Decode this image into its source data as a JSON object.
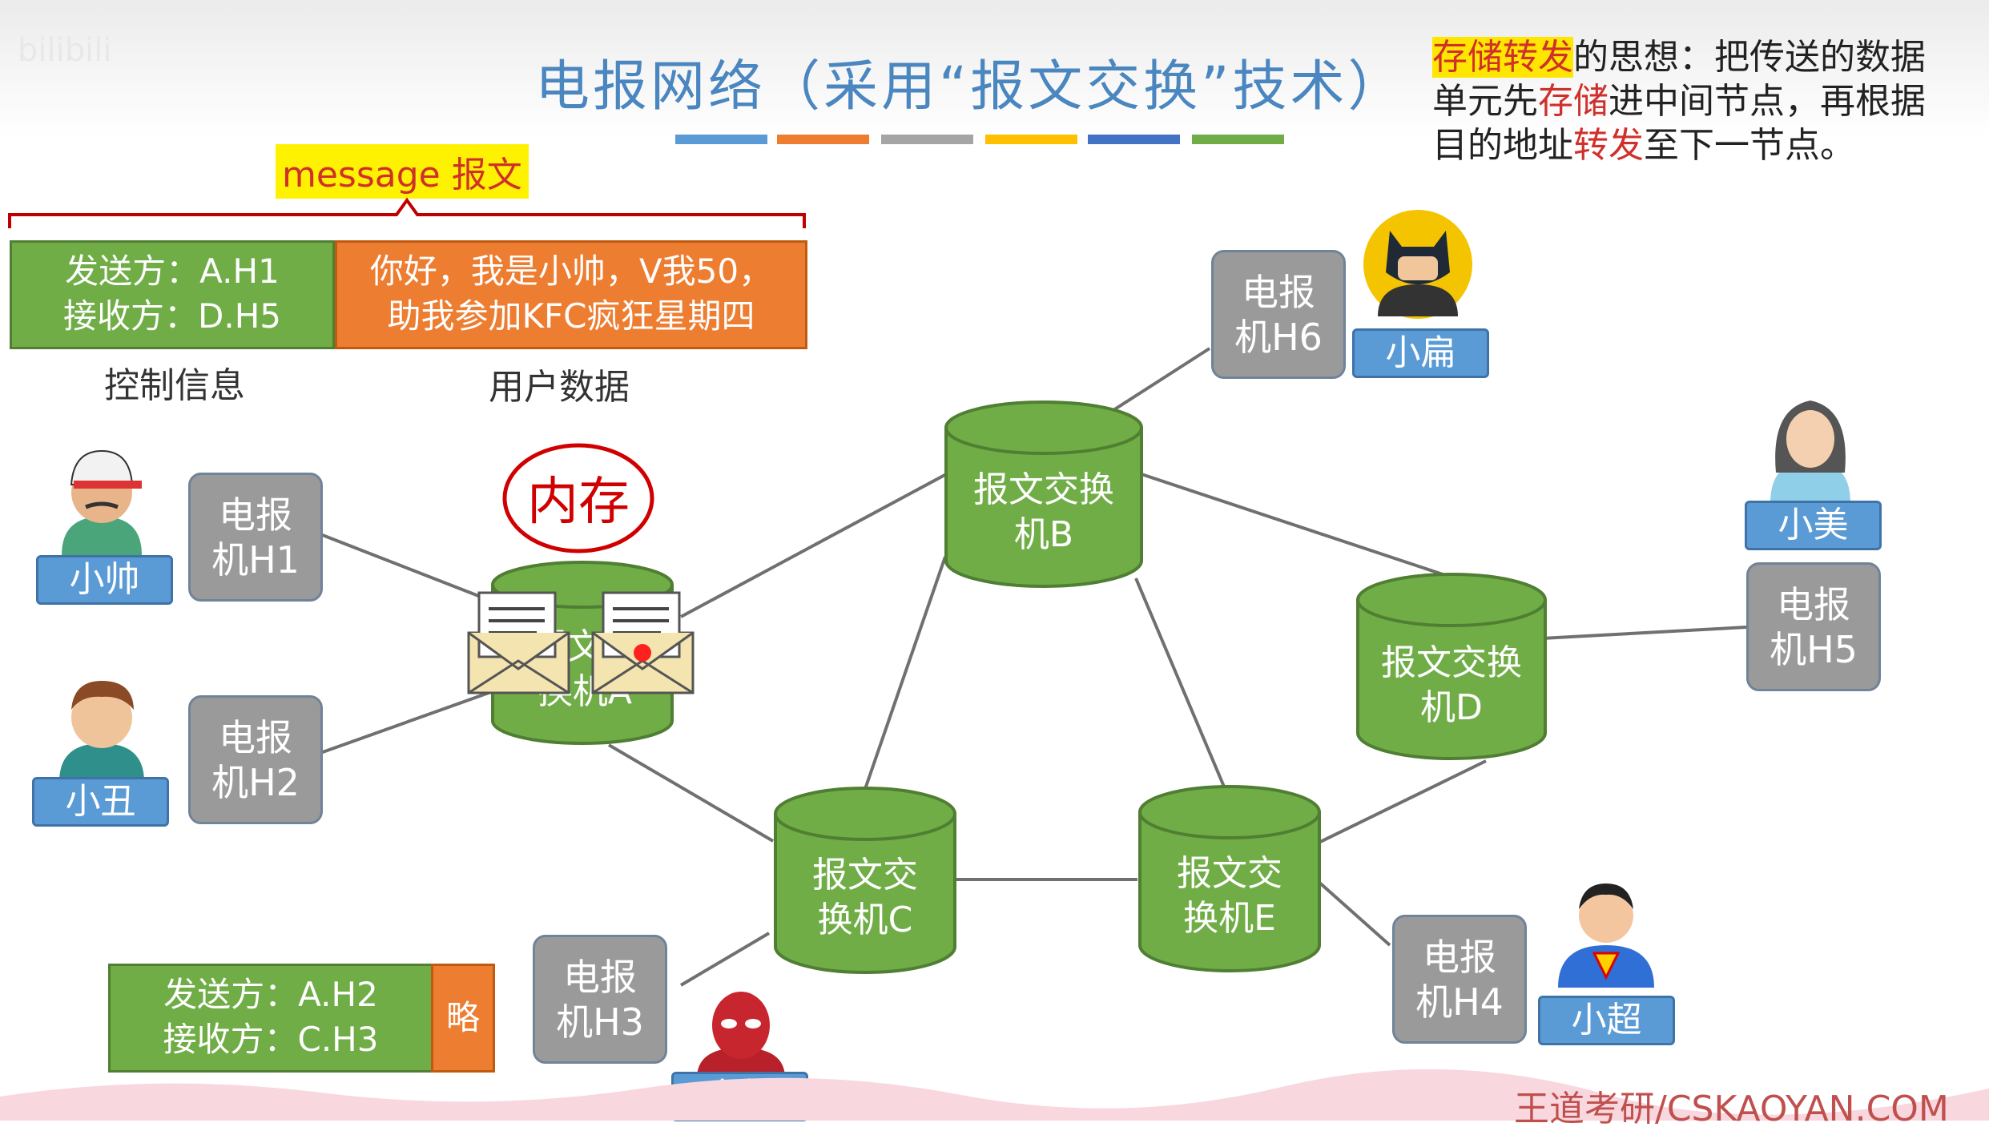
{
  "title": "电报网络（采用“报文交换”技术）",
  "intro": {
    "highlight": "存储转发",
    "line1_rest": "的思想：把传送的数据",
    "line2_a": "单元先",
    "line2_red": "存储",
    "line2_b": "进中间节点，再根据",
    "line3_a": "目的地址",
    "line3_red": "转发",
    "line3_b": "至下一节点。"
  },
  "message_label": "message 报文",
  "message": {
    "control": [
      "发送方：A.H1",
      "接收方：D.H5"
    ],
    "user": [
      "你好，我是小帅，V我50，",
      "助我参加KFC疯狂星期四"
    ],
    "control_caption": "控制信息",
    "user_caption": "用户数据"
  },
  "message2": {
    "control": [
      "发送方：A.H2",
      "接收方：C.H3"
    ],
    "user": "略"
  },
  "memory_note": "内存",
  "switches": {
    "a": [
      "报文交",
      "换机A"
    ],
    "b": [
      "报文交换",
      "机B"
    ],
    "c": [
      "报文交",
      "换机C"
    ],
    "d": [
      "报文交换",
      "机D"
    ],
    "e": [
      "报文交",
      "换机E"
    ]
  },
  "telegraphs": {
    "h1": [
      "电报",
      "机H1"
    ],
    "h2": [
      "电报",
      "机H2"
    ],
    "h3": [
      "电报",
      "机H3"
    ],
    "h4": [
      "电报",
      "机H4"
    ],
    "h5": [
      "电报",
      "机H5"
    ],
    "h6": [
      "电报",
      "机H6"
    ]
  },
  "people": {
    "xiaoshuai": "小帅",
    "xiaochou": "小丑",
    "xiaohong": "小红",
    "xiaochao": "小超",
    "xiaomei": "小美",
    "xiaobian": "小扁"
  },
  "watermark": "王道考研/CSKAOYAN.COM",
  "colors": {
    "switch_green": "#70ad47",
    "telegraph_gray": "#9a9a9a",
    "person_blue": "#5b9bd5",
    "user_orange": "#ed7d31",
    "title_blue": "#4a86c0",
    "accent_red": "#d0302c",
    "highlight_yellow": "#ffe600"
  }
}
